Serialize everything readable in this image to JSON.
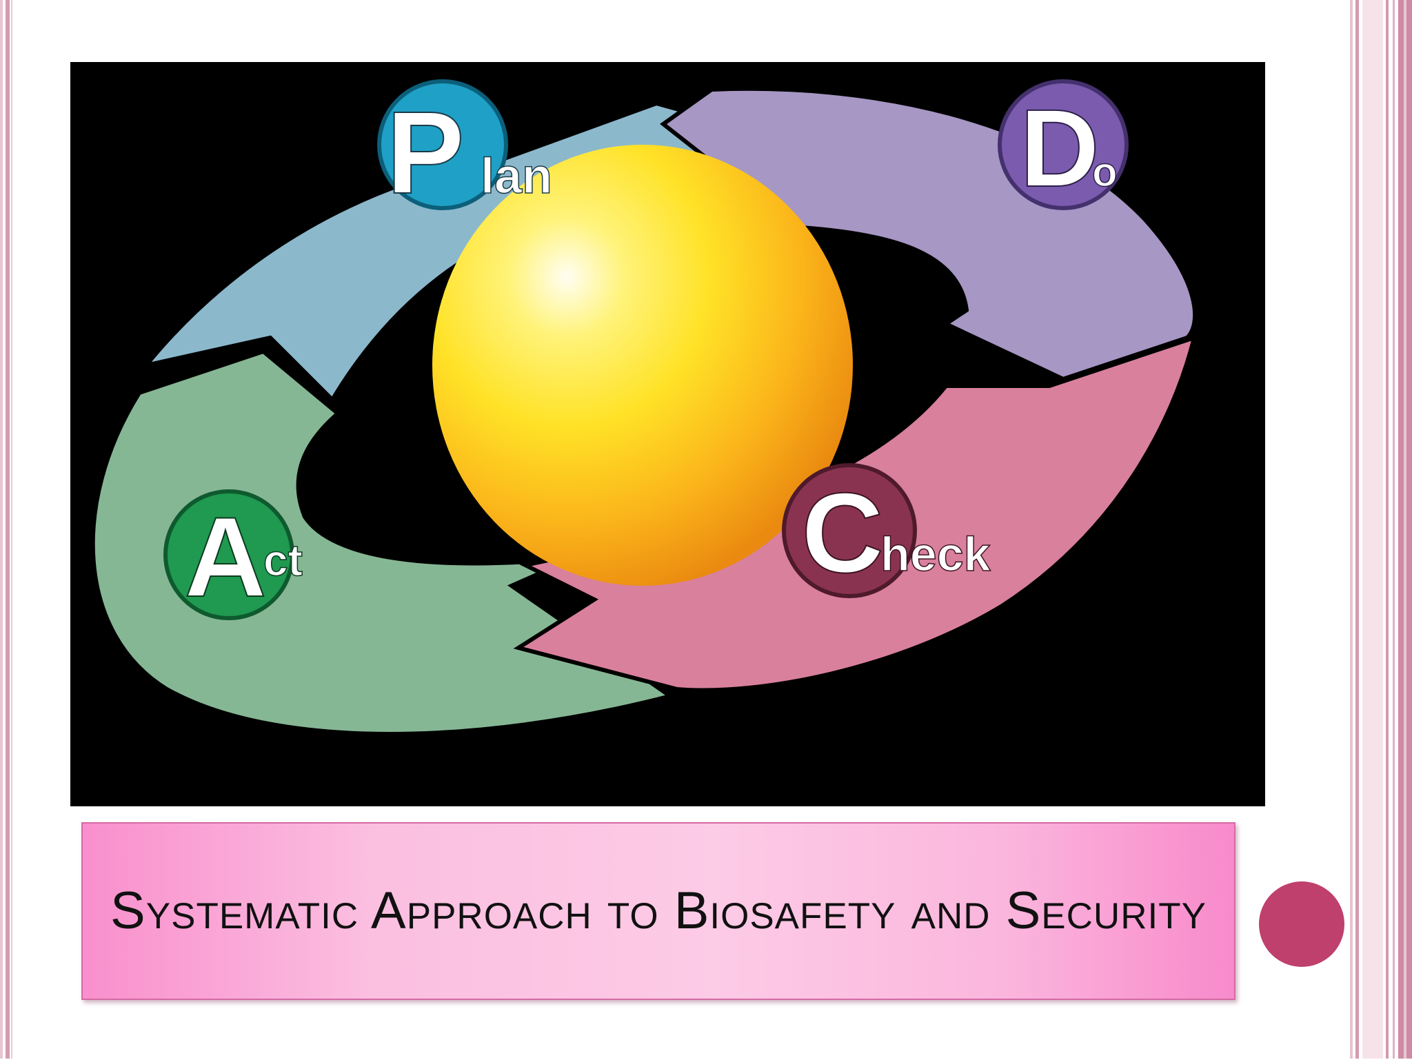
{
  "slide": {
    "title": "Systematic Approach to Biosafety and Security"
  },
  "diagram": {
    "stages": [
      {
        "letter": "P",
        "rest": "lan",
        "color": "#1fa0c6",
        "arrow_color": "#8cb8cc"
      },
      {
        "letter": "D",
        "rest": "o",
        "color": "#7a5bae",
        "arrow_color": "#a797c4"
      },
      {
        "letter": "C",
        "rest": "heck",
        "color": "#8a3350",
        "arrow_color": "#d9809d"
      },
      {
        "letter": "A",
        "rest": "ct",
        "color": "#1f9a50",
        "arrow_color": "#86b795"
      }
    ],
    "center": {
      "color": "#f7c51c"
    },
    "background": "#000000"
  },
  "colors": {
    "frame": "#d6a1b5",
    "title_box": "#fbbfe0",
    "accent_dot": "#bf3f6d"
  }
}
